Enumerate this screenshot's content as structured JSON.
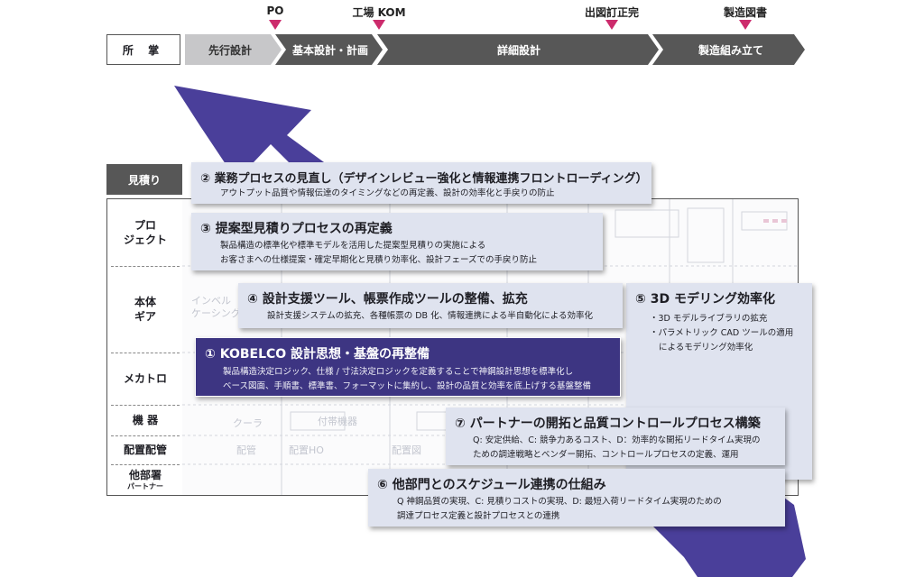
{
  "milestones": [
    {
      "label": "PO"
    },
    {
      "label": "工場 KOM"
    },
    {
      "label": "出図訂正完"
    },
    {
      "label": "製造図書"
    }
  ],
  "owner_label": "所 掌",
  "phases": [
    {
      "label": "先行設計",
      "color": "#c7c7c9",
      "text_color": "#333333"
    },
    {
      "label": "基本設計・計画",
      "color": "#575757",
      "text_color": "#ffffff"
    },
    {
      "label": "詳細設計",
      "color": "#575757",
      "text_color": "#ffffff"
    },
    {
      "label": "製造組み立て",
      "color": "#575757",
      "text_color": "#ffffff"
    }
  ],
  "estimate_label": "見積り",
  "rows": [
    {
      "label_line1": "プロ",
      "label_line2": "ジェクト"
    },
    {
      "label_line1": "本体",
      "label_line2": "ギア"
    },
    {
      "label_line1": "メカトロ",
      "label_line2": ""
    },
    {
      "label_line1": "機 器",
      "label_line2": ""
    },
    {
      "label_line1": "配置配管",
      "label_line2": ""
    },
    {
      "label_line1": "他部署",
      "label_line2": "パートナー"
    }
  ],
  "ghost_text": {
    "g1": "インベル",
    "g2": "ケーシング",
    "g3": "クーラ",
    "g4": "付帯機器",
    "g5": "配管",
    "g6": "配置HO",
    "g7": "配置図"
  },
  "cards": {
    "c2": {
      "title": "② 業務プロセスの見直し（デザインレビュー強化と情報連携フロントローディング）",
      "desc1": "アウトプット品質や情報伝達のタイミングなどの再定義、設計の効率化と手戻りの防止"
    },
    "c3": {
      "title": "③ 提案型見積りプロセスの再定義",
      "desc1": "製品構造の標準化や標準モデルを活用した提案型見積りの実施による",
      "desc2": "お客さまへの仕様提案・確定早期化と見積り効率化、設計フェーズでの手戻り防止"
    },
    "c4": {
      "title": "④ 設計支援ツール、帳票作成ツールの整備、拡充",
      "desc1": "設計支援システムの拡充、各種帳票の DB 化、情報連携による半自動化による効率化"
    },
    "c5": {
      "title": "⑤ 3D モデリング効率化",
      "desc1": "・3D モデルライブラリの拡充",
      "desc2": "・パラメトリック CAD ツールの適用",
      "desc3": "によるモデリング効率化"
    },
    "c1": {
      "title": "① KOBELCO 設計思想・基盤の再整備",
      "desc1": "製品構造決定ロジック、仕様 / 寸法決定ロジックを定義することで神鋼設計思想を標準化し",
      "desc2": "ベース図面、手順書、標準書、フォーマットに集約し、設計の品質と効率を底上げする基盤整備"
    },
    "c7": {
      "title": "⑦ パートナーの開拓と品質コントロールプロセス構築",
      "desc1": "Q: 安定供給、C: 競争力あるコスト、D：効率的な開拓リードタイム実現の",
      "desc2": "ための調達戦略とベンダー開拓、コントロールプロセスの定義、運用"
    },
    "c6": {
      "title": "⑥ 他部門とのスケジュール連携の仕組み",
      "desc1": "Q 神鋼品質の実現、C: 見積りコストの実現、D: 最短入荷リードタイム実現のための",
      "desc2": "調達プロセス定義と設計プロセスとの連携"
    }
  },
  "colors": {
    "accent_purple": "#3d3582",
    "milestone_magenta": "#cc2b6c",
    "card_bg": "#dfe3ef",
    "phase_dark": "#575757",
    "phase_light": "#c7c7c9"
  }
}
